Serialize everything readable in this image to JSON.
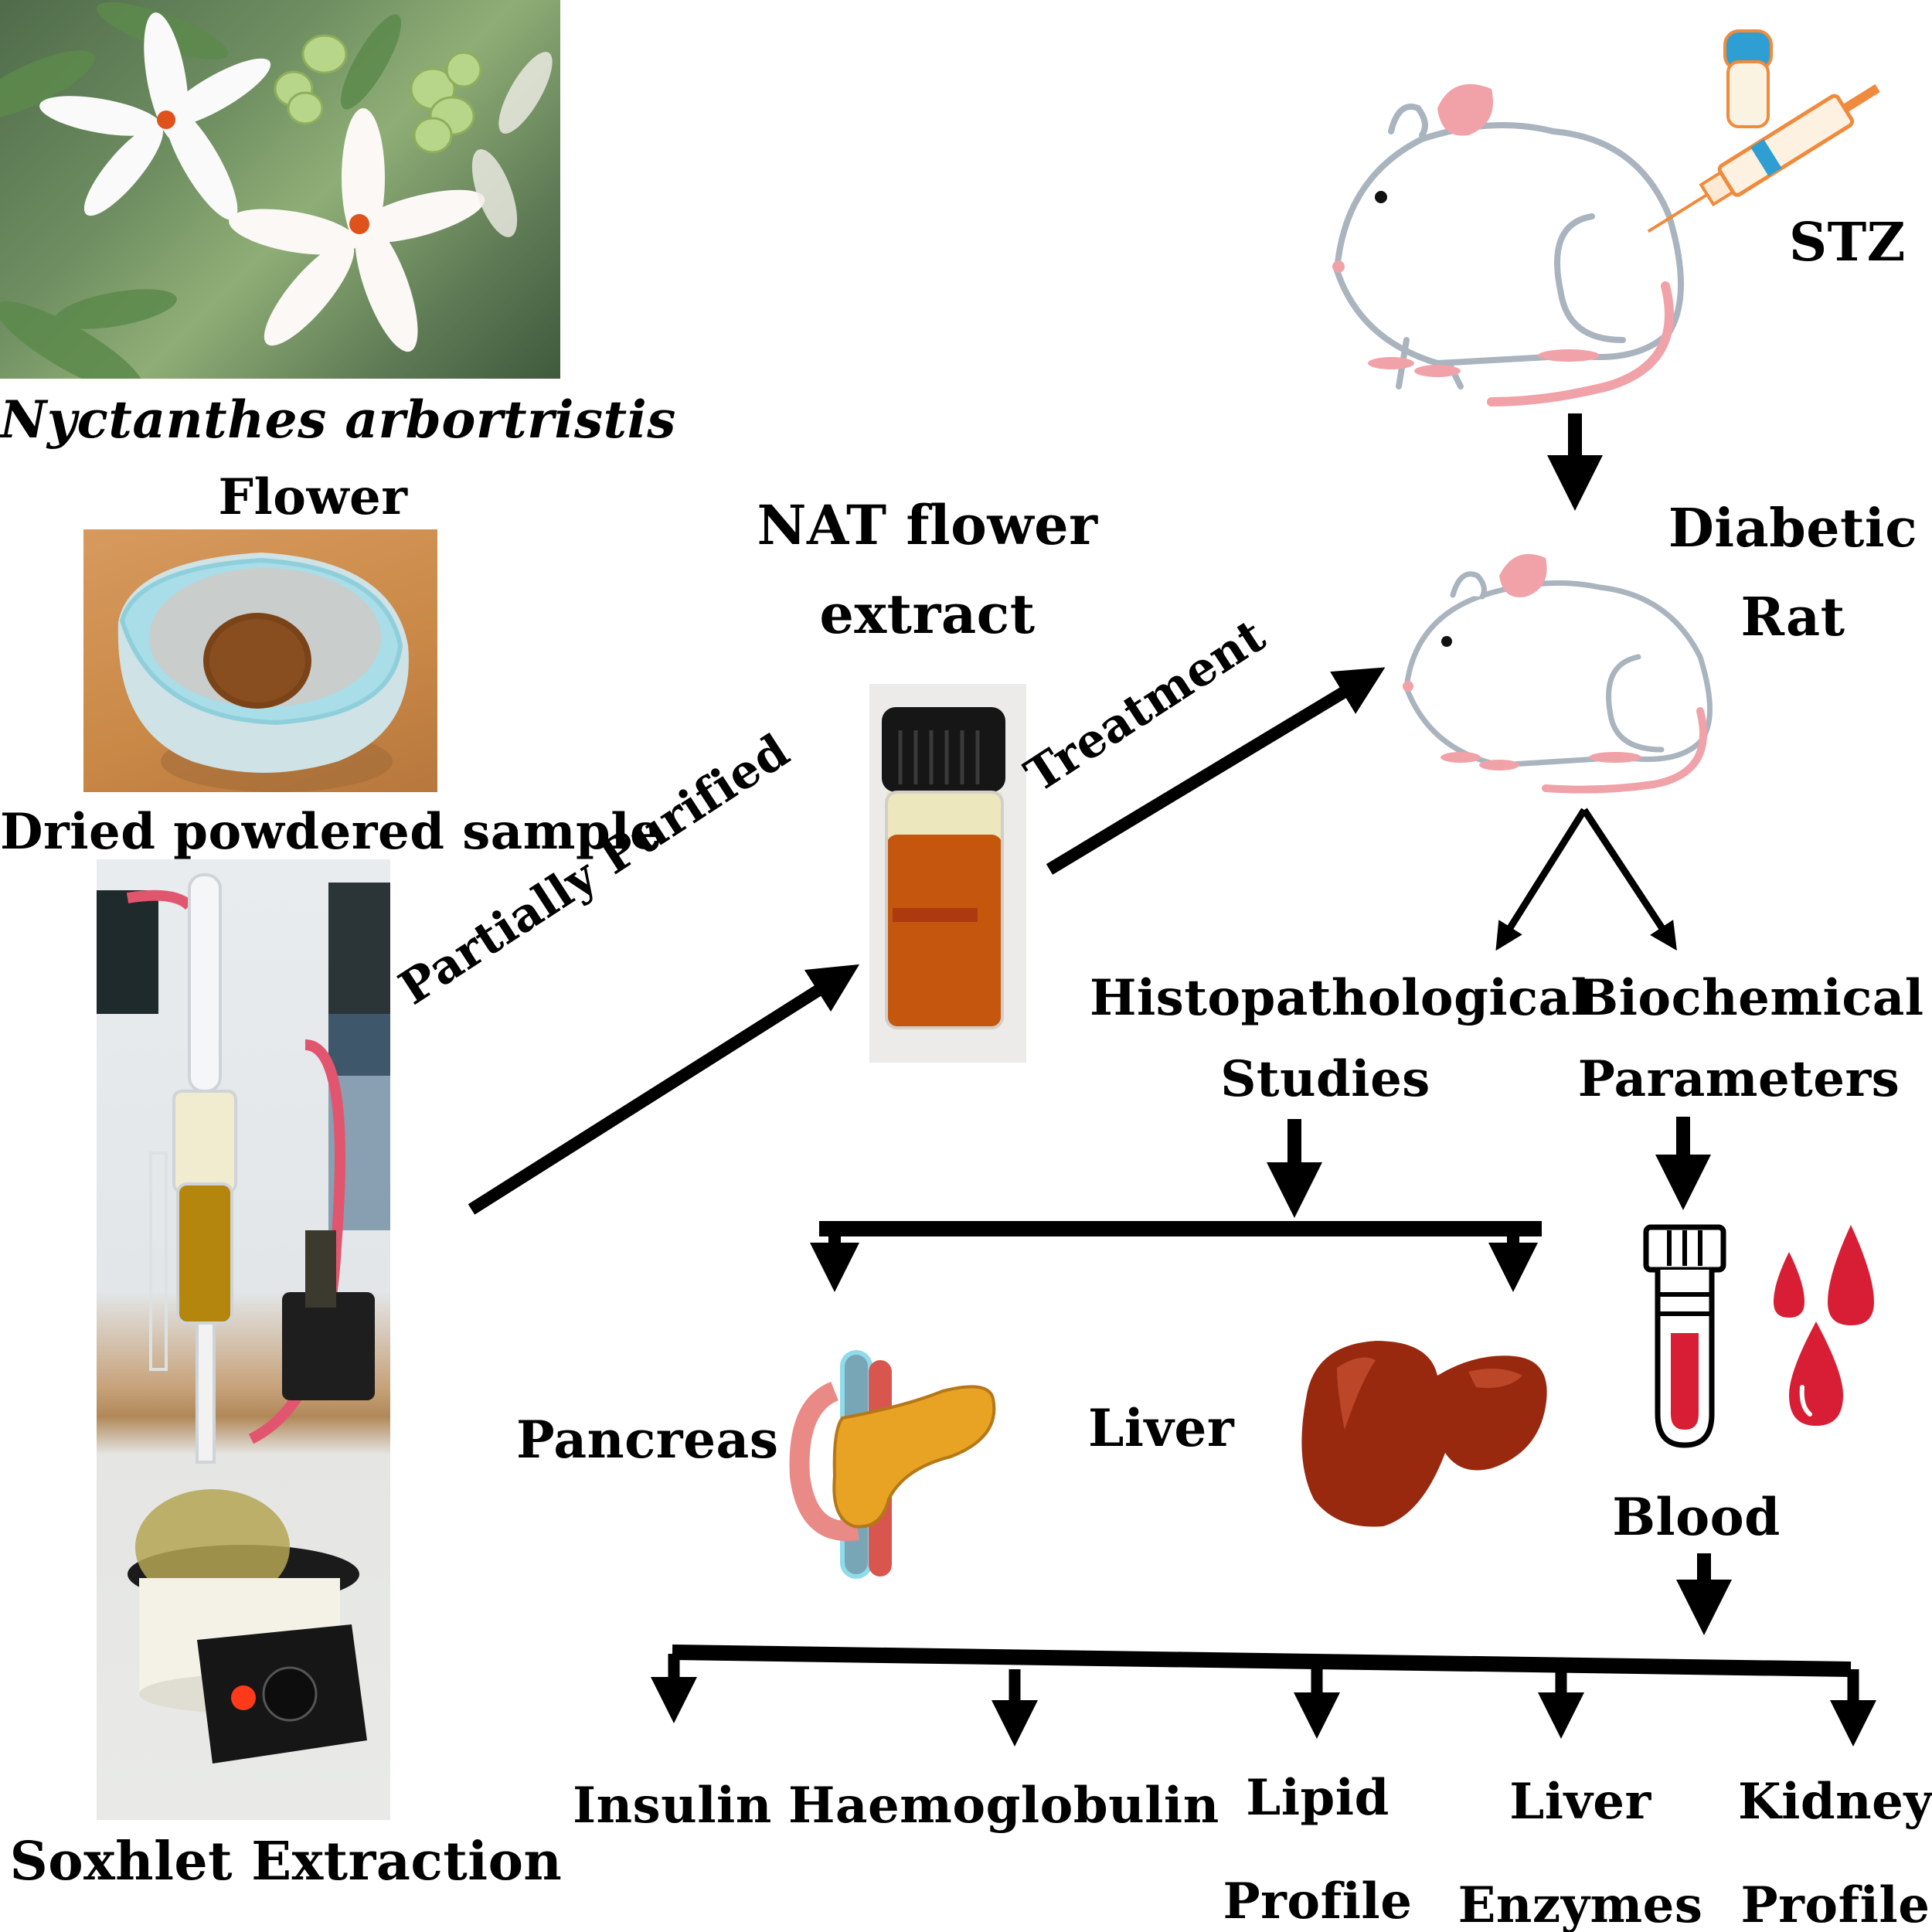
{
  "title": "Graphical abstract: antidiabetic evaluation of Nyctanthes arbortristis flower extract",
  "left_column": {
    "plant_name": "Nyctanthes arbortristis",
    "plant_part": "Flower",
    "sample_label": "Dried powdered sample",
    "extraction_label": "Soxhlet Extraction"
  },
  "flow": {
    "purification_arrow_label": "Partially Purified",
    "extract_title_line1": "NAT flower",
    "extract_title_line2": "extract",
    "treatment_arrow_label": "Treatment",
    "induction_label": "STZ",
    "model_line1": "Diabetic",
    "model_line2": "Rat"
  },
  "branches": {
    "histo_line1": "Histopathological",
    "histo_line2": "Studies",
    "biochem_line1": "Biochemical",
    "biochem_line2": "Parameters",
    "organs": [
      "Pancreas",
      "Liver"
    ],
    "sample": "Blood"
  },
  "blood_tests": [
    {
      "line1": "Insulin",
      "line2": ""
    },
    {
      "line1": "Haemoglobulin",
      "line2": ""
    },
    {
      "line1": "Lipid",
      "line2": "Profile"
    },
    {
      "line1": "Liver",
      "line2": "Enzymes"
    },
    {
      "line1": "Kidney",
      "line2": "Profile"
    }
  ],
  "colors": {
    "arrow": "#000000",
    "blood_red": "#d81e34",
    "liver_brown": "#98290f",
    "pancreas_orange": "#e8a224",
    "rat_outline": "#a9b4bf",
    "rat_pink": "#f0a2a8",
    "syringe_orange": "#f08a3c",
    "extract_amber": "#c4560e"
  }
}
